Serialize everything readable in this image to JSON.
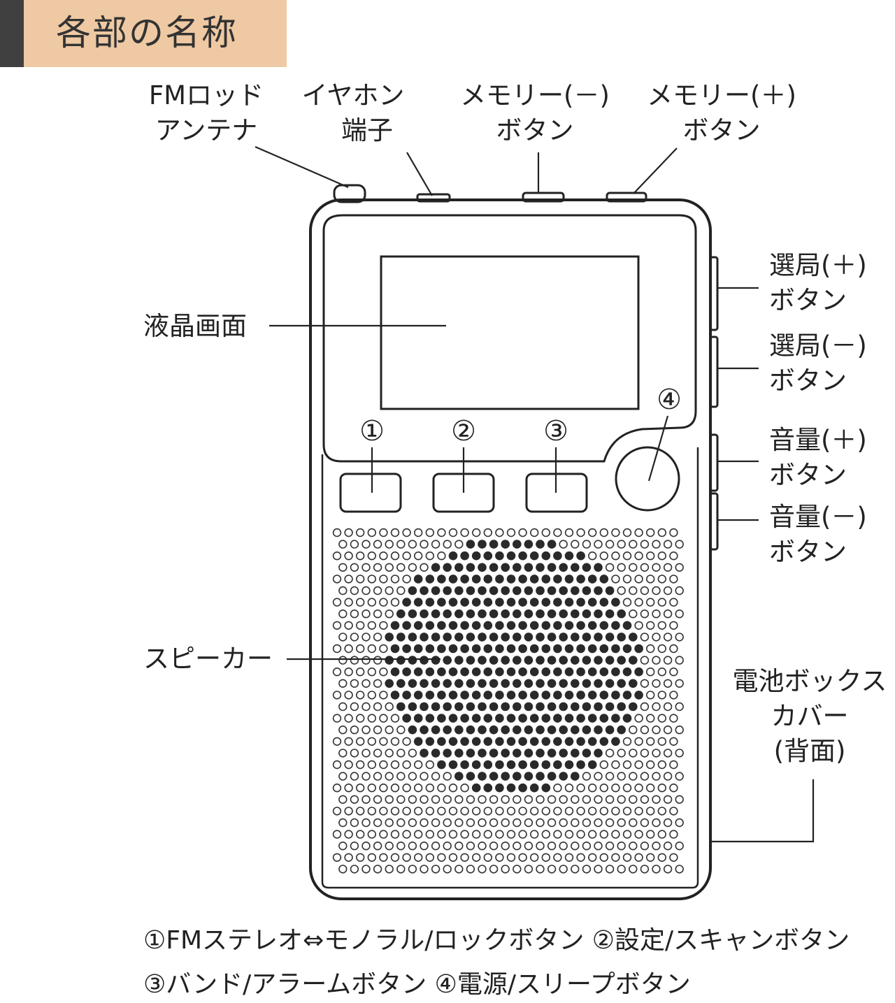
{
  "header": {
    "title": "各部の名称",
    "bg_color": "#eec9a3",
    "bar_color": "#404040"
  },
  "callouts": {
    "fm_antenna": [
      "FMロッド",
      "アンテナ"
    ],
    "earphone_jack": [
      "イヤホン",
      "端子"
    ],
    "memory_minus": [
      "メモリー(－)",
      "ボタン"
    ],
    "memory_plus": [
      "メモリー(＋)",
      "ボタン"
    ],
    "tune_plus": [
      "選局(＋)",
      "ボタン"
    ],
    "tune_minus": [
      "選局(－)",
      "ボタン"
    ],
    "volume_plus": [
      "音量(＋)",
      "ボタン"
    ],
    "volume_minus": [
      "音量(－)",
      "ボタン"
    ],
    "lcd": "液晶画面",
    "speaker": "スピーカー",
    "battery_cover": [
      "電池ボックス",
      "カバー",
      "(背面)"
    ]
  },
  "button_markers": [
    "①",
    "②",
    "③",
    "④"
  ],
  "legend": {
    "line1": "①FMステレオ⇔モノラル/ロックボタン ②設定/スキャンボタン",
    "line2": "③バンド/アラームボタン ④電源/スリープボタン"
  }
}
